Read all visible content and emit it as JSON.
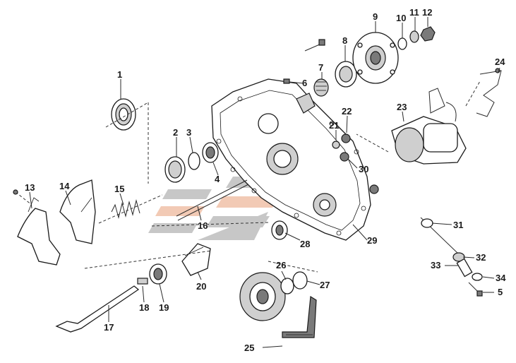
{
  "callouts": [
    {
      "id": "1",
      "label": "1"
    },
    {
      "id": "2",
      "label": "2"
    },
    {
      "id": "3",
      "label": "3"
    },
    {
      "id": "4",
      "label": "4"
    },
    {
      "id": "5",
      "label": "5"
    },
    {
      "id": "6",
      "label": "6"
    },
    {
      "id": "7",
      "label": "7"
    },
    {
      "id": "8",
      "label": "8"
    },
    {
      "id": "9",
      "label": "9"
    },
    {
      "id": "10",
      "label": "10"
    },
    {
      "id": "11",
      "label": "11"
    },
    {
      "id": "12",
      "label": "12"
    },
    {
      "id": "13",
      "label": "13"
    },
    {
      "id": "14",
      "label": "14"
    },
    {
      "id": "15",
      "label": "15"
    },
    {
      "id": "16",
      "label": "16"
    },
    {
      "id": "17",
      "label": "17"
    },
    {
      "id": "18",
      "label": "18"
    },
    {
      "id": "19",
      "label": "19"
    },
    {
      "id": "20",
      "label": "20"
    },
    {
      "id": "21",
      "label": "21"
    },
    {
      "id": "22",
      "label": "22"
    },
    {
      "id": "23",
      "label": "23"
    },
    {
      "id": "24",
      "label": "24"
    },
    {
      "id": "25",
      "label": "25"
    },
    {
      "id": "26",
      "label": "26"
    },
    {
      "id": "27",
      "label": "27"
    },
    {
      "id": "28",
      "label": "28"
    },
    {
      "id": "29",
      "label": "29"
    },
    {
      "id": "30",
      "label": "30"
    },
    {
      "id": "31",
      "label": "31"
    },
    {
      "id": "32",
      "label": "32"
    },
    {
      "id": "33",
      "label": "33"
    },
    {
      "id": "34",
      "label": "34"
    }
  ],
  "watermark": {
    "colors": {
      "gray": "#9a9a9a",
      "orange": "#e8a07a"
    }
  }
}
